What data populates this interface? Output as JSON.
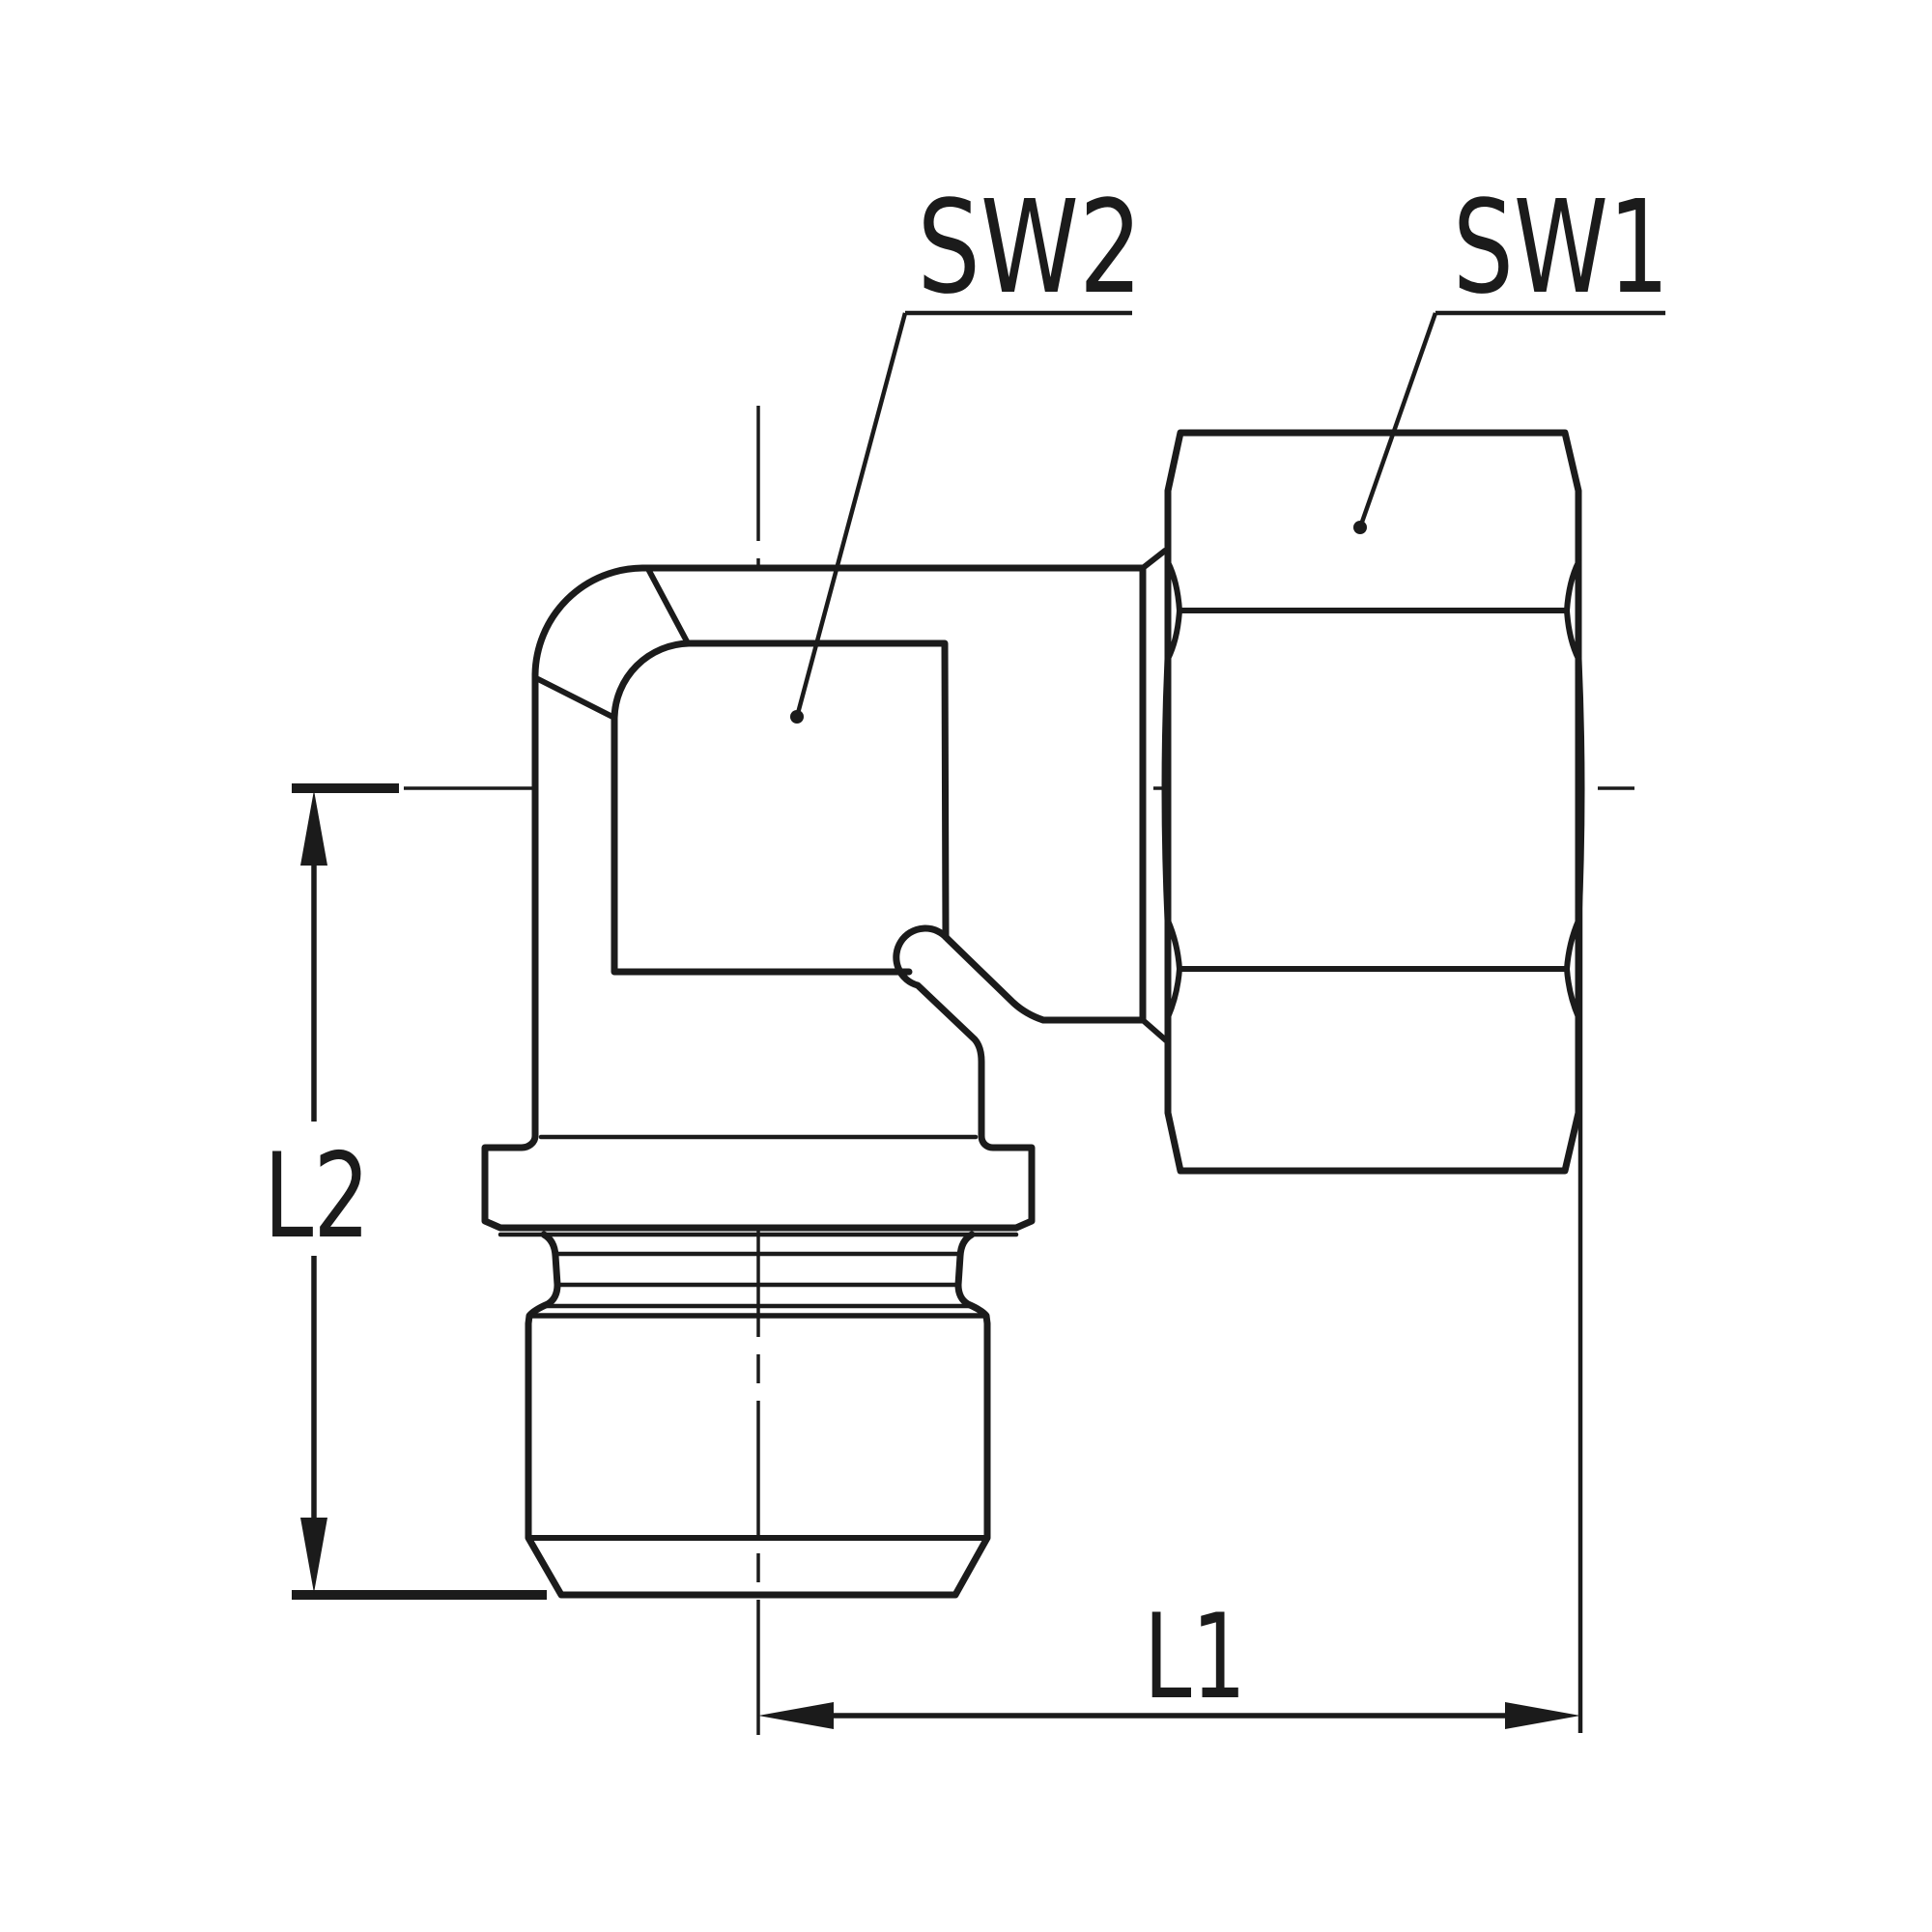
{
  "figure": {
    "type": "technical-drawing",
    "subject": "elbow-fitting-with-hex-nut-side-view",
    "background_color": "#ffffff",
    "ink_color": "#1b1b1b"
  },
  "labels": {
    "sw2": "SW2",
    "sw1": "SW1",
    "l2": "L2",
    "l1": "L1"
  }
}
